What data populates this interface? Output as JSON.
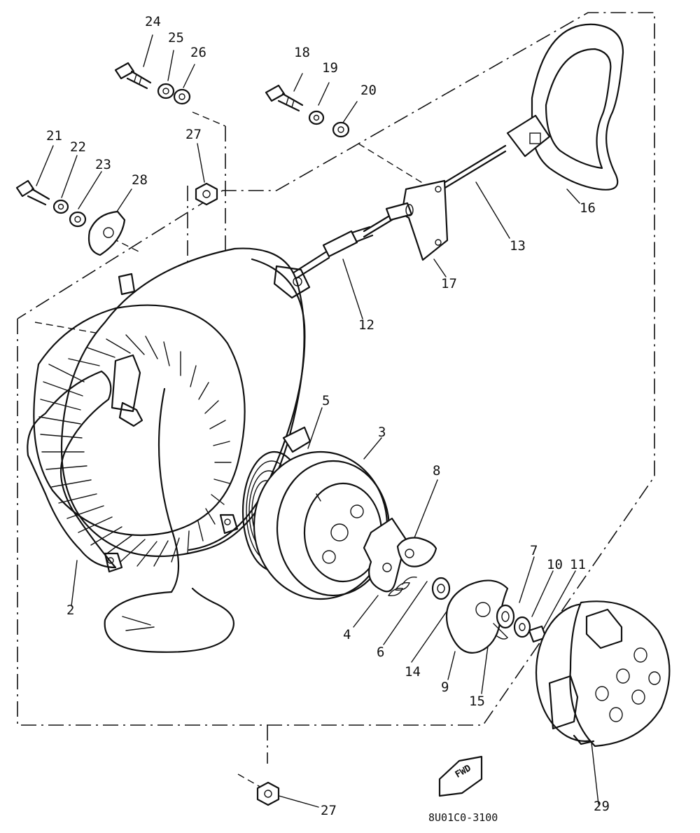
{
  "diagram": {
    "part_numbers": [
      "24",
      "25",
      "26",
      "18",
      "19",
      "20",
      "21",
      "22",
      "23",
      "28",
      "27",
      "16",
      "13",
      "17",
      "12",
      "5",
      "3",
      "8",
      "7",
      "10",
      "11",
      "2",
      "4",
      "6",
      "14",
      "9",
      "15",
      "29",
      "27"
    ],
    "badge_text": "FWD",
    "drawing_code": "8U01C0-3100"
  }
}
